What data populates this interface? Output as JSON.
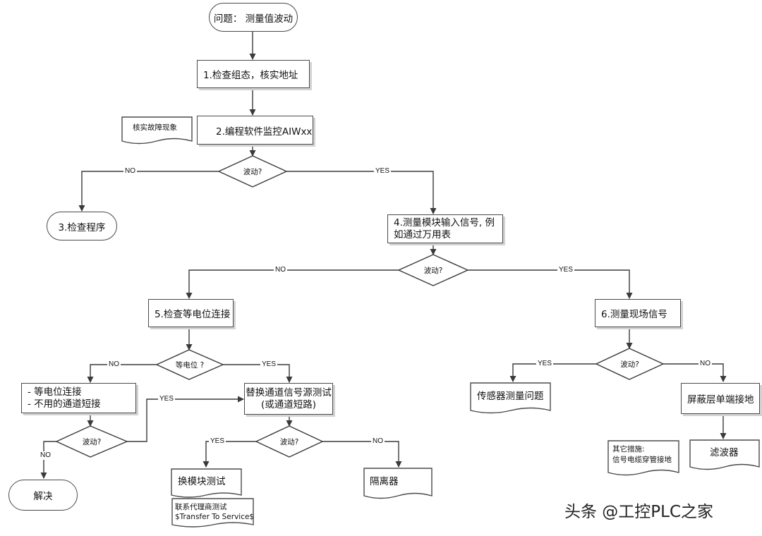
{
  "nodes": {
    "start": "问题： 测量值波动",
    "step1": "1.检查组态，核实地址",
    "step2": "2.编程软件监控AIWxx",
    "note_fault": "核实故障现象",
    "step3": "3.检查程序",
    "step4_line1": "4.测量模块输入信号, 例",
    "step4_line2": "如通过万用表",
    "step5": "5.检查等电位连接",
    "step6": "6.测量现场信号",
    "equip_line1": "- 等电位连接",
    "equip_line2": "- 不用的通道短接",
    "replace_line1": "替换通道信号源测试",
    "replace_line2": "(或通道短路)",
    "solved": "解决",
    "swap_module": "换模块测试",
    "agent_line1": "联系代理商测试",
    "agent_line2": "$Transfer To Service$",
    "isolator": "隔离器",
    "sensor": "传感器测量问题",
    "shield": "屏蔽层单端接地",
    "other_line1": "其它措施:",
    "other_line2": "信号电缆穿管接地",
    "filter": "滤波器"
  },
  "decisions": {
    "d1": "波动?",
    "d2": "波动?",
    "d3": "等电位 ?",
    "d4": "波动?",
    "d5": "波动?",
    "d6": "波动?"
  },
  "labels": {
    "d1_no": "NO",
    "d1_yes": "YES",
    "d2_no": "NO",
    "d2_yes": "YES",
    "d3_no": "NO",
    "d3_yes": "YES",
    "d4_yes": "YES",
    "d4_no": "NO",
    "d5_yes": "YES",
    "d5_no": "NO",
    "d6_yes": "YES",
    "d6_no": "NO"
  },
  "watermark": "头条 @工控PLC之家",
  "colors": {
    "line": "#3a3a3a",
    "shadow": "#d3d3d3",
    "background": "#ffffff"
  }
}
